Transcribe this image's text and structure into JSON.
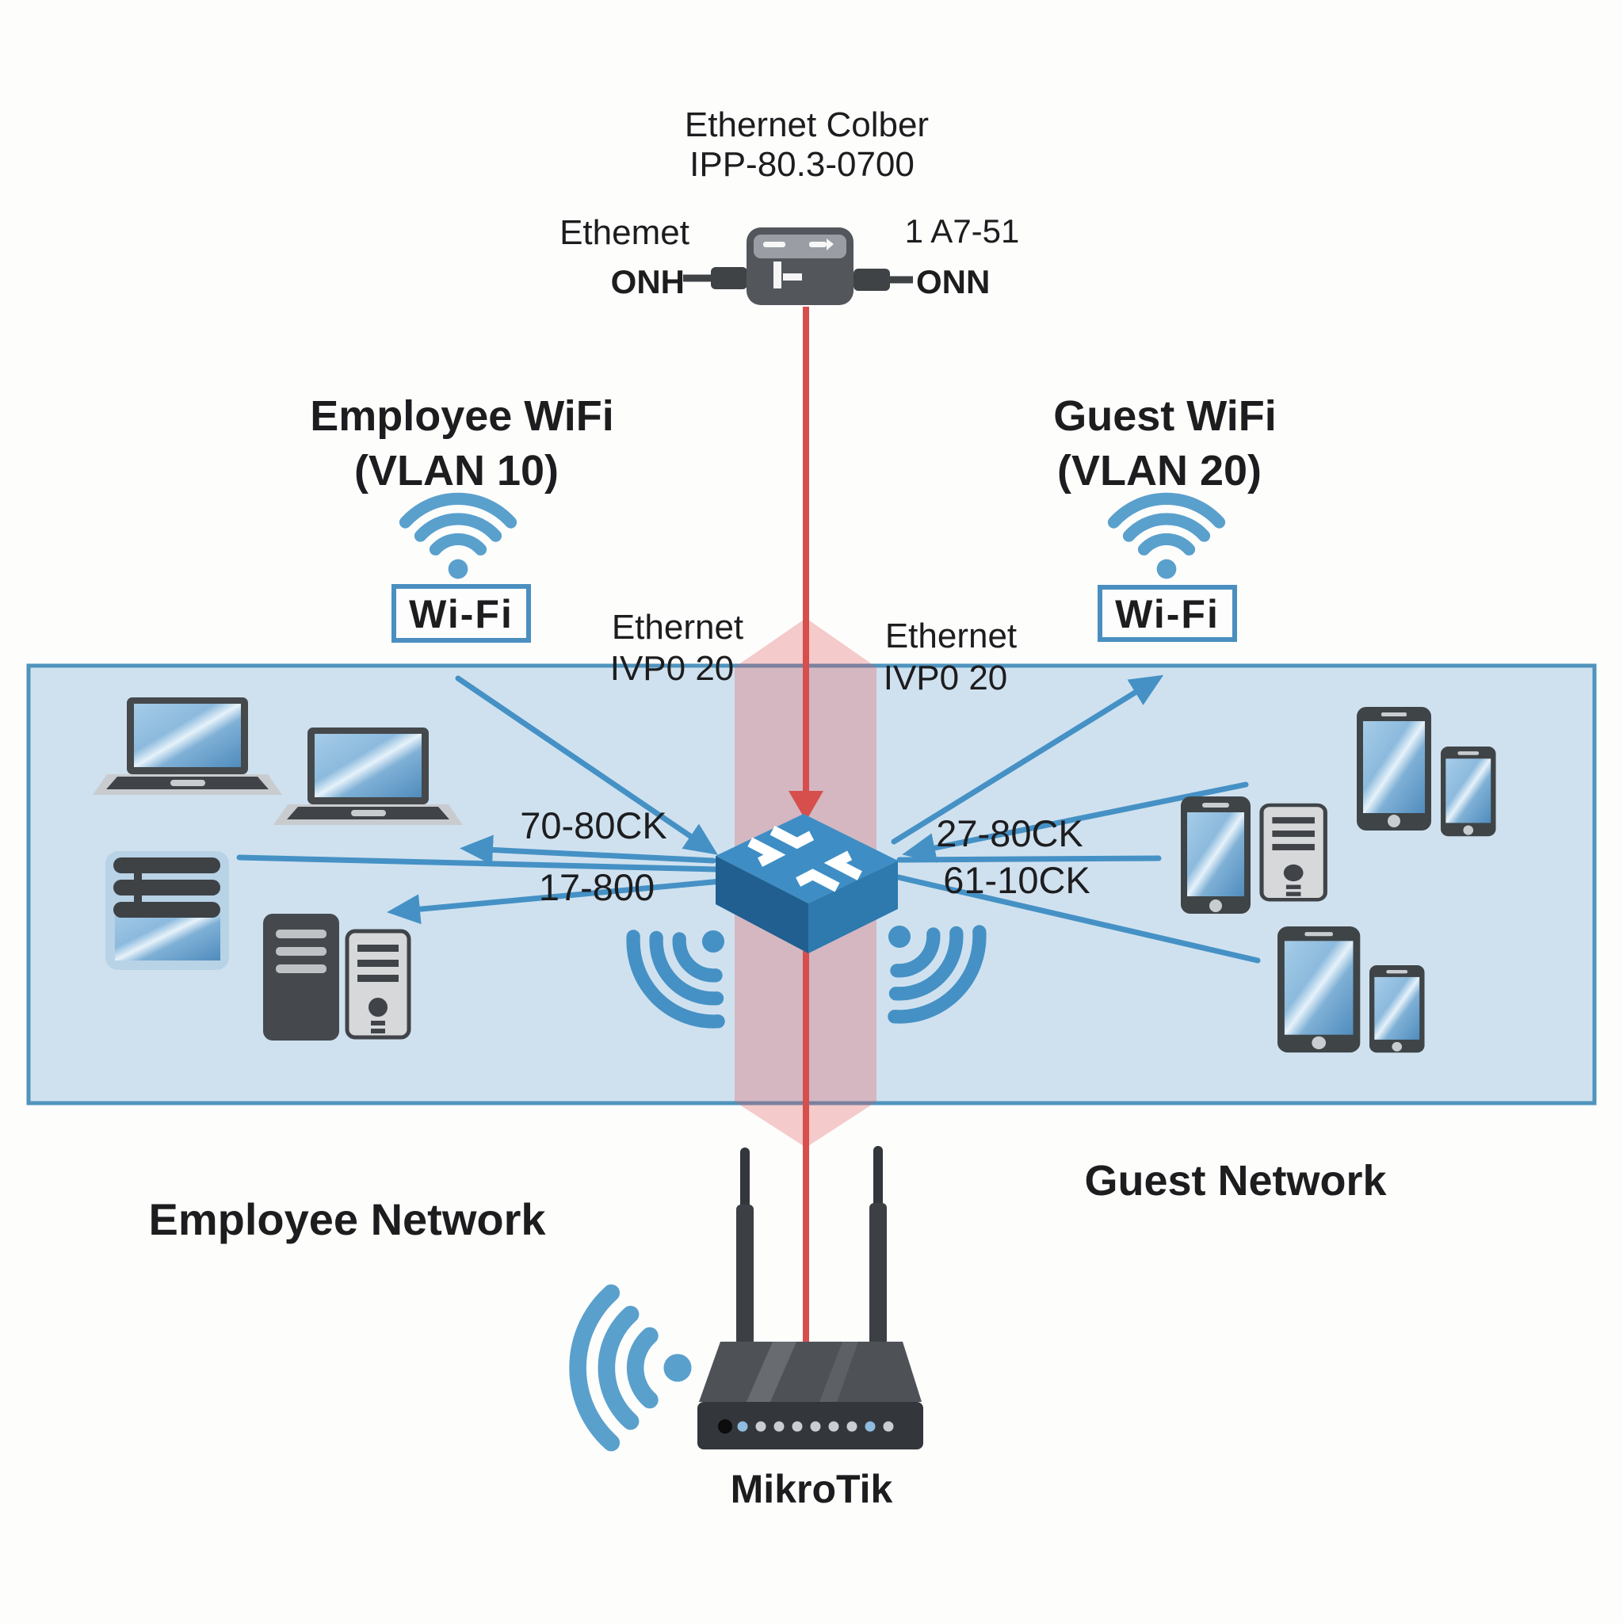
{
  "title": {
    "line1": "Ethernet Colber",
    "line2": "IPP-80.3-0700"
  },
  "coupler": {
    "left_label": "Ethemet",
    "left_connector": "ONH",
    "right_label": "1 A7-51",
    "right_connector": "ONN"
  },
  "employee_zone": {
    "heading_line1": "Employee WiFi",
    "heading_line2": "(VLAN 10)",
    "wifi_badge": "Wi-Fi",
    "trunk_label_line1": "Ethernet",
    "trunk_label_line2": "IVP0 20",
    "link_label_top": "70-80CK",
    "link_label_bottom": "17-800",
    "network_label": "Employee Network"
  },
  "guest_zone": {
    "heading_line1": "Guest WiFi",
    "heading_line2": "(VLAN 20)",
    "wifi_badge": "Wi-Fi",
    "trunk_label_line1": "Ethernet",
    "trunk_label_line2": "IVP0 20",
    "link_label_top": "27-80CK",
    "link_label_bottom": "61-10CK",
    "network_label": "Guest Network"
  },
  "router": {
    "label": "MikroTik"
  },
  "colors": {
    "accent_blue": "#4591c5",
    "wifi_blue": "#5aa0cd",
    "band_fill": "#cfe1ef",
    "band_border": "#4f94bd",
    "red_line": "#d64f4d",
    "pink_band": "#e25555",
    "switch_top": "#3e8ec5",
    "badge_blue": "#4a8fc0",
    "text": "#1d1d1f"
  }
}
